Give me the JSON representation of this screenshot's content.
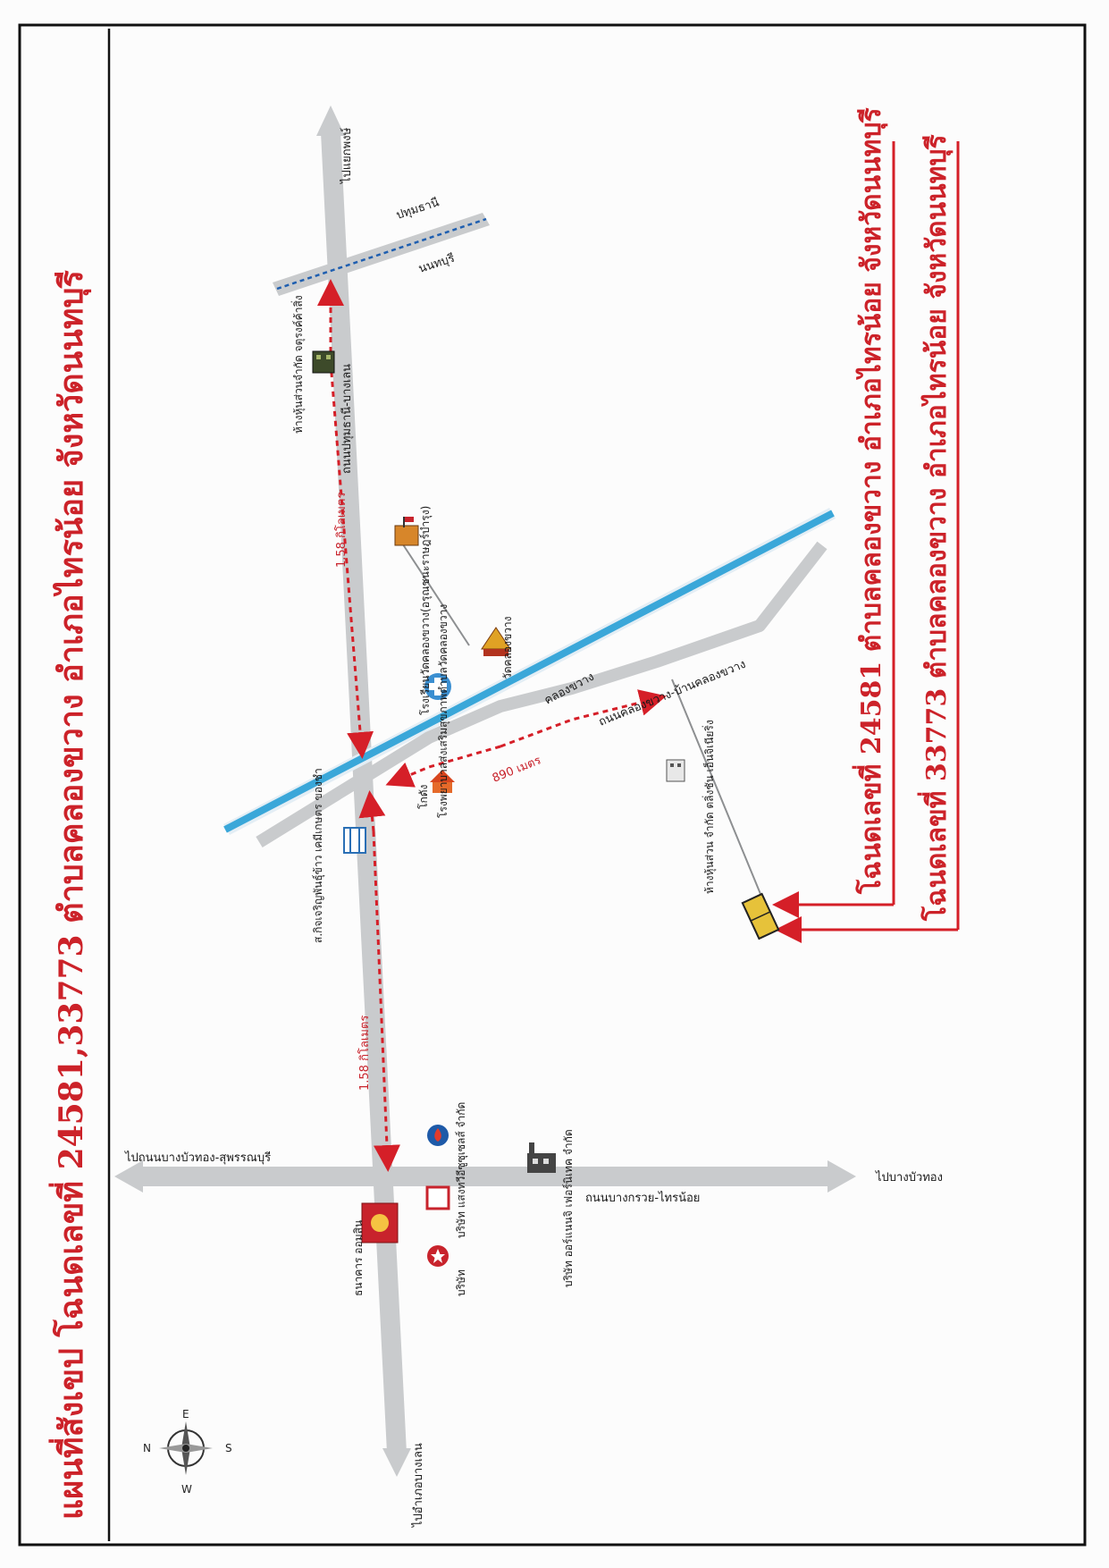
{
  "title": "แผนที่สังเขป โฉนดเลขที่ 24581,33773 ตำบลคลองขวาง อำเภอไทรน้อย จังหวัดนนทบุรี",
  "plots": {
    "plot1": "โฉนดเลขที่ 24581 ตำบลคลองขวาง อำเภอไทรน้อย จังหวัดนนทบุรี",
    "plot2": "โฉนดเลขที่ 33773 ตำบลคลองขวาง อำเภอไทรน้อย จังหวัดนนทบุรี"
  },
  "roads": {
    "to_klong_bangbuathong": "ไปแยกพงษ์",
    "to_bangbuathong_suphan": "ไปถนนบางบัวทอง-สุพรรณบุรี",
    "to_bangbuathong": "ไปบางบัวทอง",
    "bangkruai_sainoi": "ถนนบางกรวย-ไทรน้อย",
    "pathumthani_bangkhen": "ถนนปทุมธานี-บางเลน",
    "to_amphoe_banglen": "ไปอำเภอบางเลน",
    "khlongkhwang_road": "ถนนคลองขวาง-บ้านคลองขวาง",
    "canal": "คลองขวาง"
  },
  "provinces": {
    "pathumthani": "ปทุมธานี",
    "nonthaburi": "นนทบุรี"
  },
  "landmarks": {
    "shop_top": "ห้างหุ้นส่วนจำกัด จตุรงค์ค้าสิ่ง",
    "school": "โรงเรียนวัดคลองขวาง(อรุณชนะราษฎร์บำรุง)",
    "hospital": "โรงพยาบาลส่งเสริมสุขภาพตำบลวัดคลองขวาง",
    "temple": "วัดคลองขวาง",
    "warehouse_left": "ส.กิจเจริญพันธุ์ข้าว เคมีเกษตร ของชำ",
    "market": "โกดัง",
    "shop_lower": "ห้างหุ้นส่วน จำกัด ตลิ่งชัน เอ็นจิเนียริ่ง",
    "bank": "ธนาคาร ออมสิน",
    "ptt": "บริษัท แสงทวีอีซูซุเซลส์ จำกัด",
    "factory": "บริษัท ออร์แนนจิ เฟอร์นิเทค จำกัด",
    "caltex": "บริษัท"
  },
  "distances": {
    "top": "1.58 กิโลเมตร",
    "bottom": "1.58 กิโลเมตร",
    "lane": "890 เมตร"
  },
  "compass": {
    "n": "N",
    "s": "S",
    "e": "E",
    "w": "W"
  },
  "colors": {
    "road": "#c9cbcd",
    "canal": "#3aa7d9",
    "route": "#d51f28",
    "title": "#cc2229",
    "plot": "#e6c23a"
  }
}
